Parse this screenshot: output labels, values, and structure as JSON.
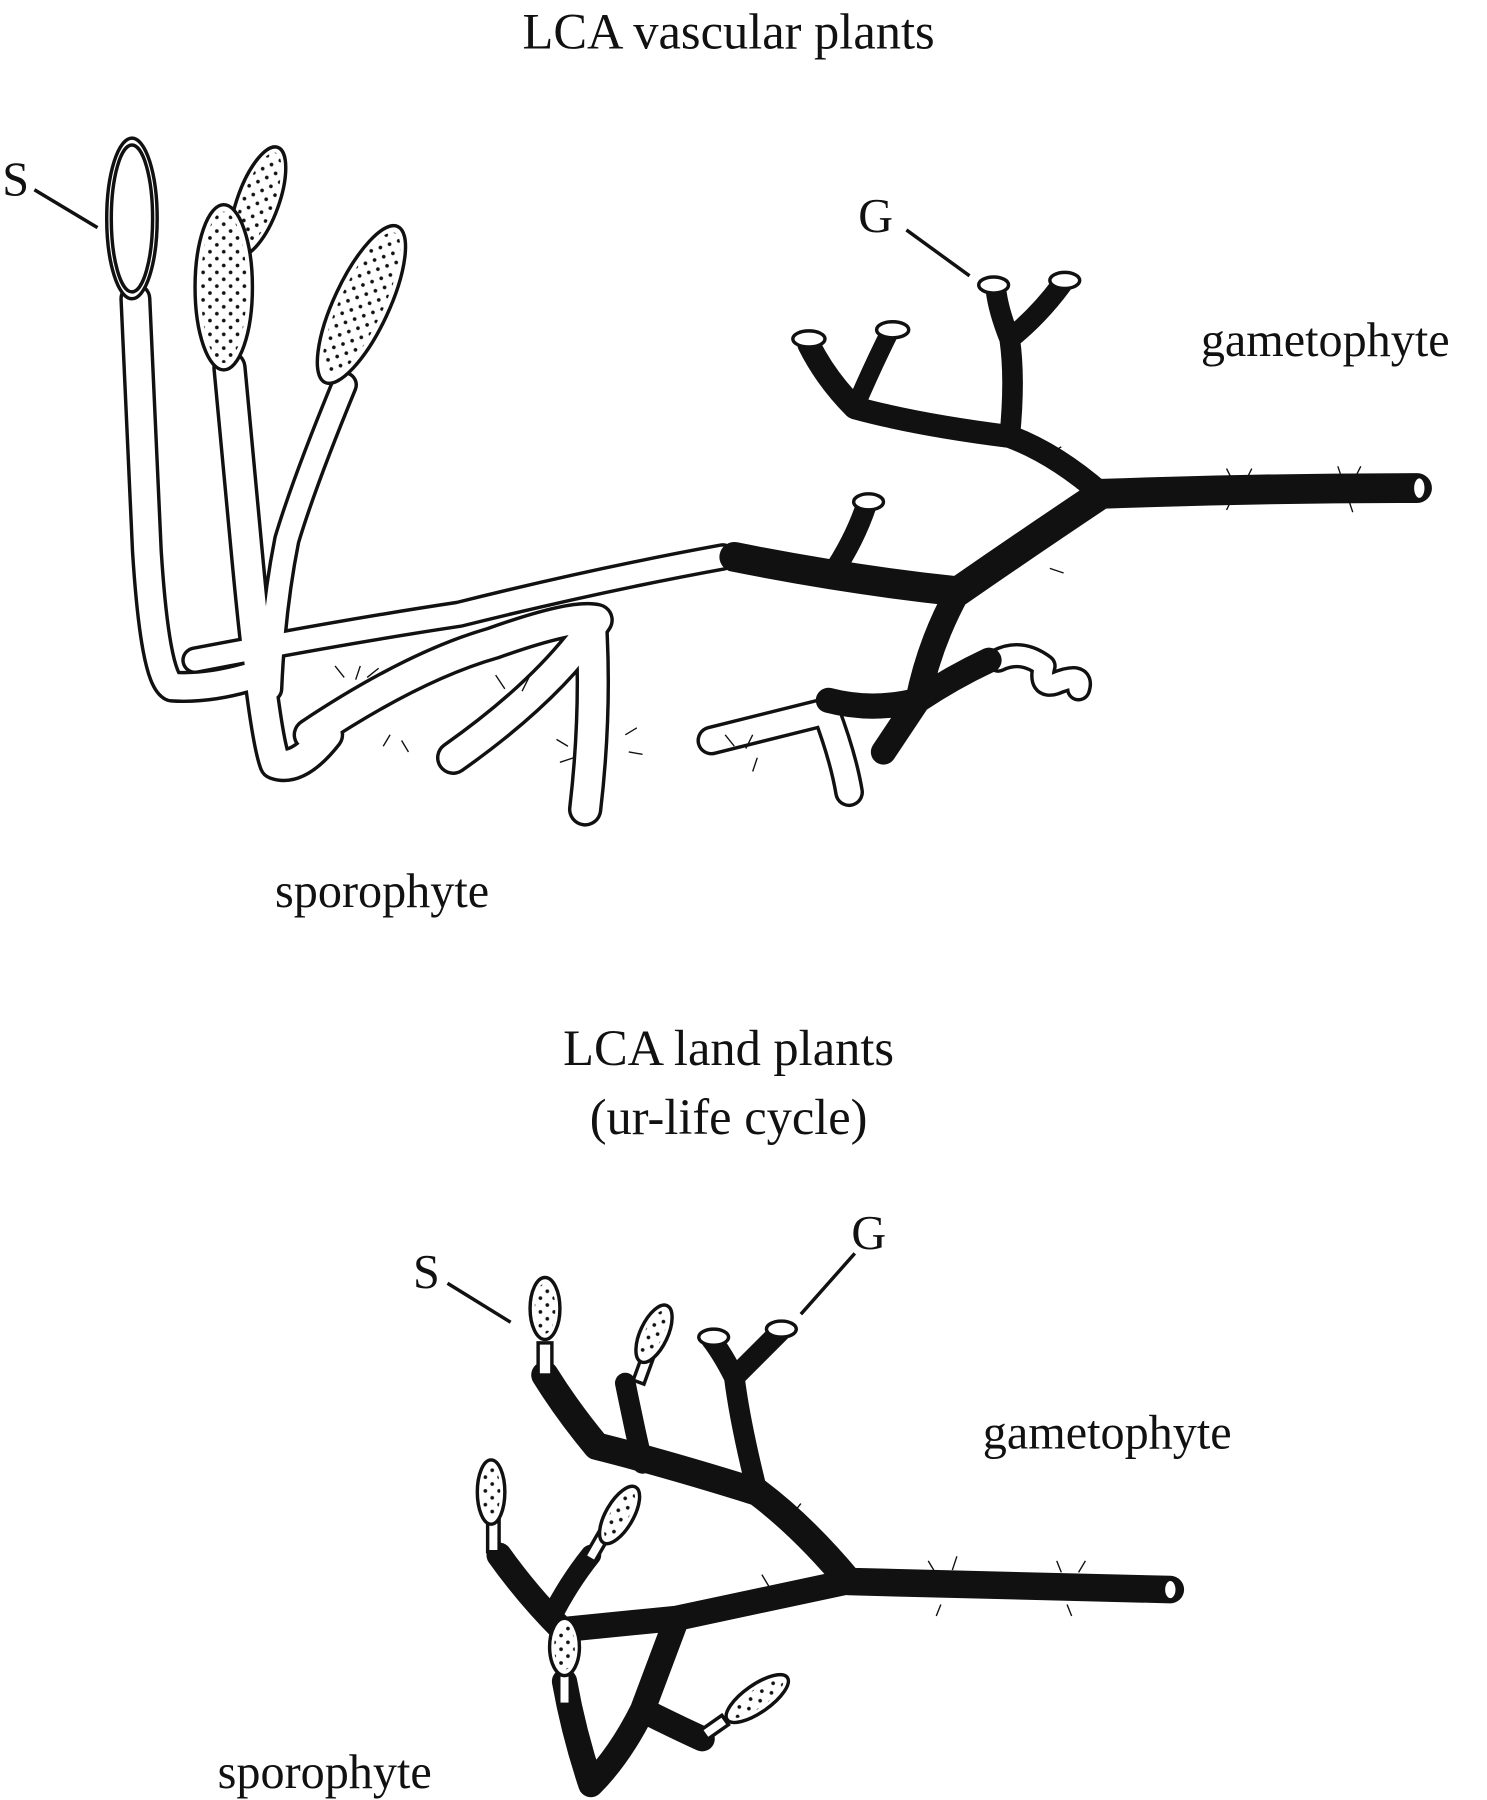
{
  "top_panel": {
    "title": "LCA vascular plants",
    "label_s": "S",
    "label_g": "G",
    "gametophyte": "gametophyte",
    "sporophyte": "sporophyte"
  },
  "bottom_panel": {
    "title_line1": "LCA land plants",
    "title_line2": "(ur-life cycle)",
    "label_s": "S",
    "label_g": "G",
    "gametophyte": "gametophyte",
    "sporophyte": "sporophyte"
  }
}
